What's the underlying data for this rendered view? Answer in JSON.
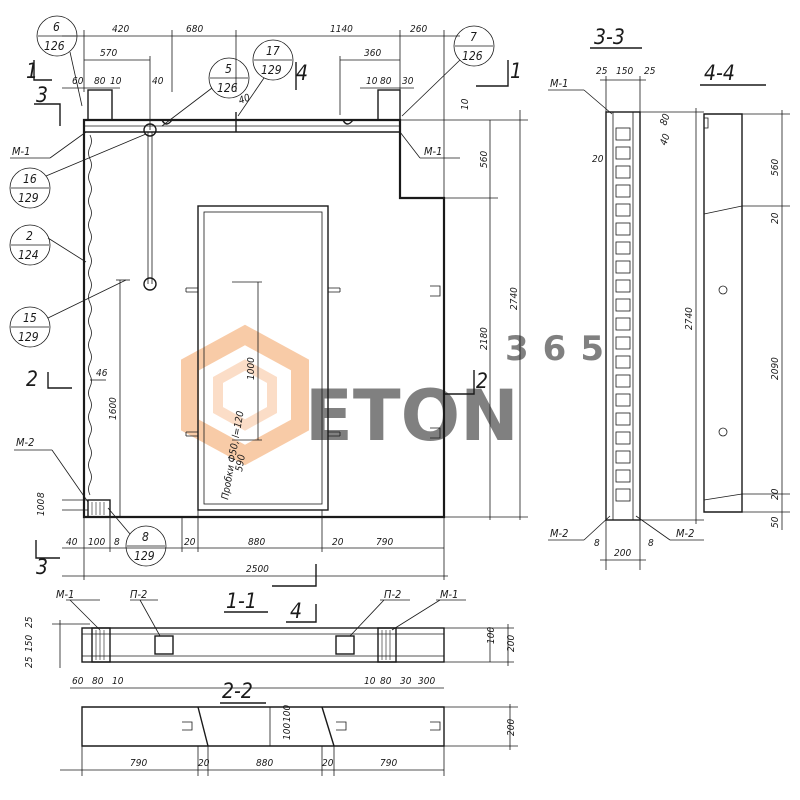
{
  "main_view": {
    "top_dims": [
      "420",
      "680",
      "1140",
      "260"
    ],
    "top_dims_2": [
      "570",
      "360"
    ],
    "top_small": [
      "60",
      "80",
      "10",
      "40",
      "10",
      "80",
      "30",
      "40",
      "10"
    ],
    "bottom_dims": [
      "40",
      "100",
      "8",
      "20",
      "880",
      "20",
      "790"
    ],
    "overall": "2500",
    "right_dims": [
      "560",
      "2740",
      "2180"
    ],
    "left_dims": [
      "1600",
      "46",
      "100",
      "8"
    ],
    "opening_dims": [
      "1000"
    ],
    "plug_note": "Пробки Ф50, l=120",
    "plug_dim": "590",
    "section_markers": [
      "1",
      "1",
      "3",
      "3",
      "2",
      "2",
      "4"
    ],
    "callouts": [
      {
        "num": "6",
        "ref": "126"
      },
      {
        "num": "17",
        "ref": "129"
      },
      {
        "num": "5",
        "ref": "126"
      },
      {
        "num": "7",
        "ref": "126"
      },
      {
        "num": "16",
        "ref": "129"
      },
      {
        "num": "2",
        "ref": "124"
      },
      {
        "num": "15",
        "ref": "129"
      },
      {
        "num": "8",
        "ref": "129"
      }
    ],
    "parts": [
      "М-1",
      "М-1",
      "М-2"
    ]
  },
  "section_1_1": {
    "title": "1-1",
    "marker": "4",
    "parts": [
      "М-1",
      "П-2",
      "П-2",
      "М-1"
    ],
    "left_dims": [
      "25",
      "150",
      "25"
    ],
    "right_dims": [
      "100",
      "200"
    ],
    "bottom_dims": [
      "60",
      "80",
      "10",
      "10",
      "80",
      "30",
      "300"
    ]
  },
  "section_2_2": {
    "title": "2-2",
    "dims": [
      "790",
      "20",
      "880",
      "20",
      "790"
    ],
    "right_dim": "200",
    "mid_dims": [
      "100",
      "100"
    ]
  },
  "section_3_3": {
    "title": "3-3",
    "top_dims": [
      "25",
      "150",
      "25"
    ],
    "dims": [
      "80",
      "40",
      "20",
      "2740"
    ],
    "parts": [
      "М-1",
      "М-2",
      "М-2"
    ],
    "bottom_dims": [
      "8",
      "8",
      "200"
    ]
  },
  "section_4_4": {
    "title": "4-4",
    "dims": [
      "560",
      "20",
      "2090",
      "20",
      "50"
    ]
  },
  "watermark": {
    "text": "ETON",
    "sub": "365",
    "color": "#f59a4a"
  }
}
